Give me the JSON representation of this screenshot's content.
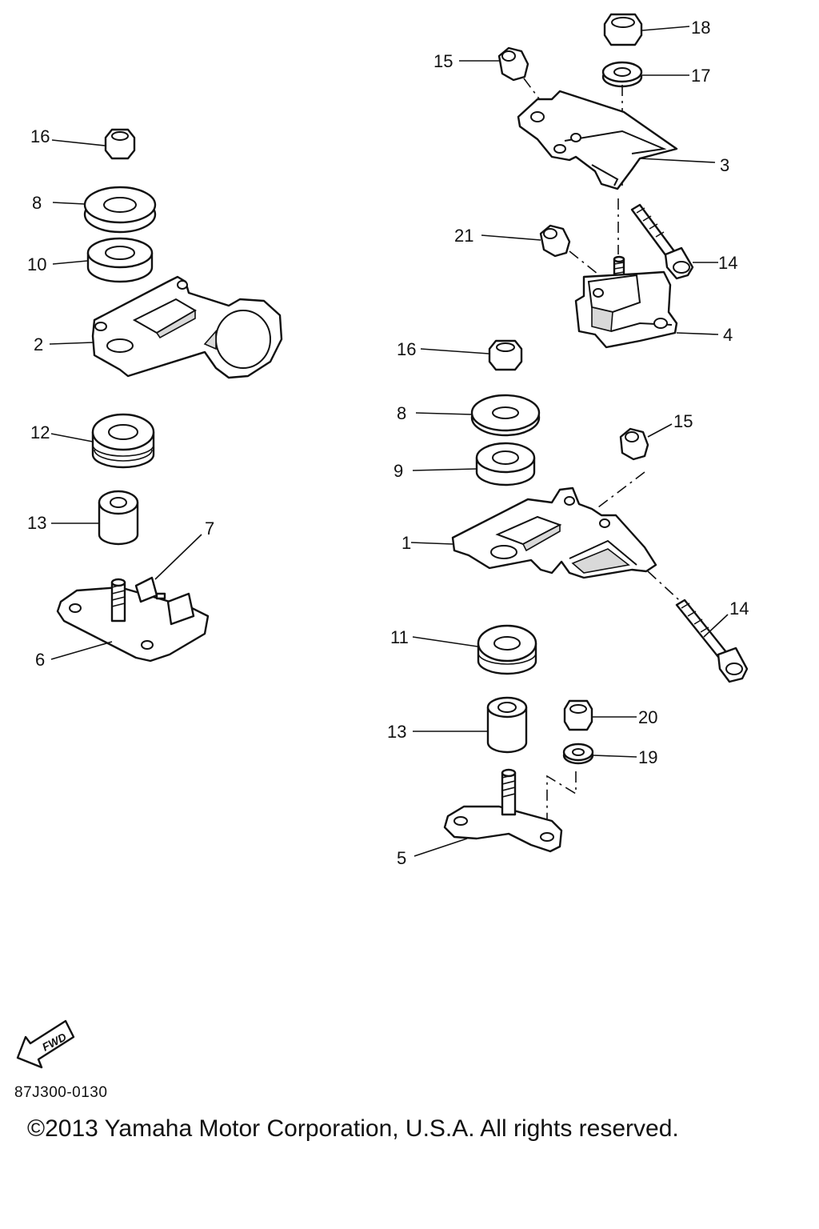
{
  "diagram": {
    "callouts": {
      "p1": "1",
      "p2": "2",
      "p3": "3",
      "p4": "4",
      "p5": "5",
      "p6": "6",
      "p7": "7",
      "p8a": "8",
      "p8b": "8",
      "p9": "9",
      "p10": "10",
      "p11": "11",
      "p12": "12",
      "p13a": "13",
      "p13b": "13",
      "p14a": "14",
      "p14b": "14",
      "p15a": "15",
      "p15b": "15",
      "p16a": "16",
      "p16b": "16",
      "p17": "17",
      "p18": "18",
      "p19": "19",
      "p20": "20",
      "p21": "21"
    },
    "fwd_label": "FWD"
  },
  "footer": {
    "drawing_code": "87J300-0130",
    "copyright": "©2013 Yamaha Motor Corporation, U.S.A. All rights reserved."
  }
}
